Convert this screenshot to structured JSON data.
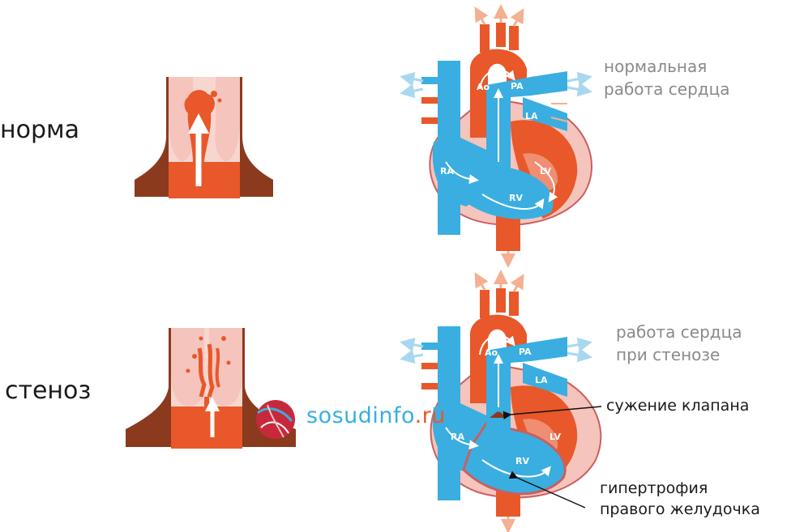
{
  "labels": {
    "normal": "норма",
    "stenosis": "стеноз"
  },
  "captions": {
    "normal": [
      "нормальная",
      "работа сердца"
    ],
    "stenosis": [
      "работа сердца",
      "при стенозе"
    ]
  },
  "callouts": {
    "valve": "сужение клапана",
    "hypertrophy": [
      "гипертрофия",
      "правого желудочка"
    ]
  },
  "chambers": {
    "ao": "Ao",
    "pa": "PA",
    "la": "LA",
    "lv": "LV",
    "ra": "RA",
    "rv": "RV"
  },
  "watermark": {
    "part1": "sosudinfo",
    "part2": ".ru"
  },
  "colors": {
    "blue": "#3aaee0",
    "orange": "#e8582a",
    "brown": "#8b3a1e",
    "pink": "#f5c4bc",
    "light_blue": "#a8d8f0",
    "light_orange": "#f4b090"
  }
}
